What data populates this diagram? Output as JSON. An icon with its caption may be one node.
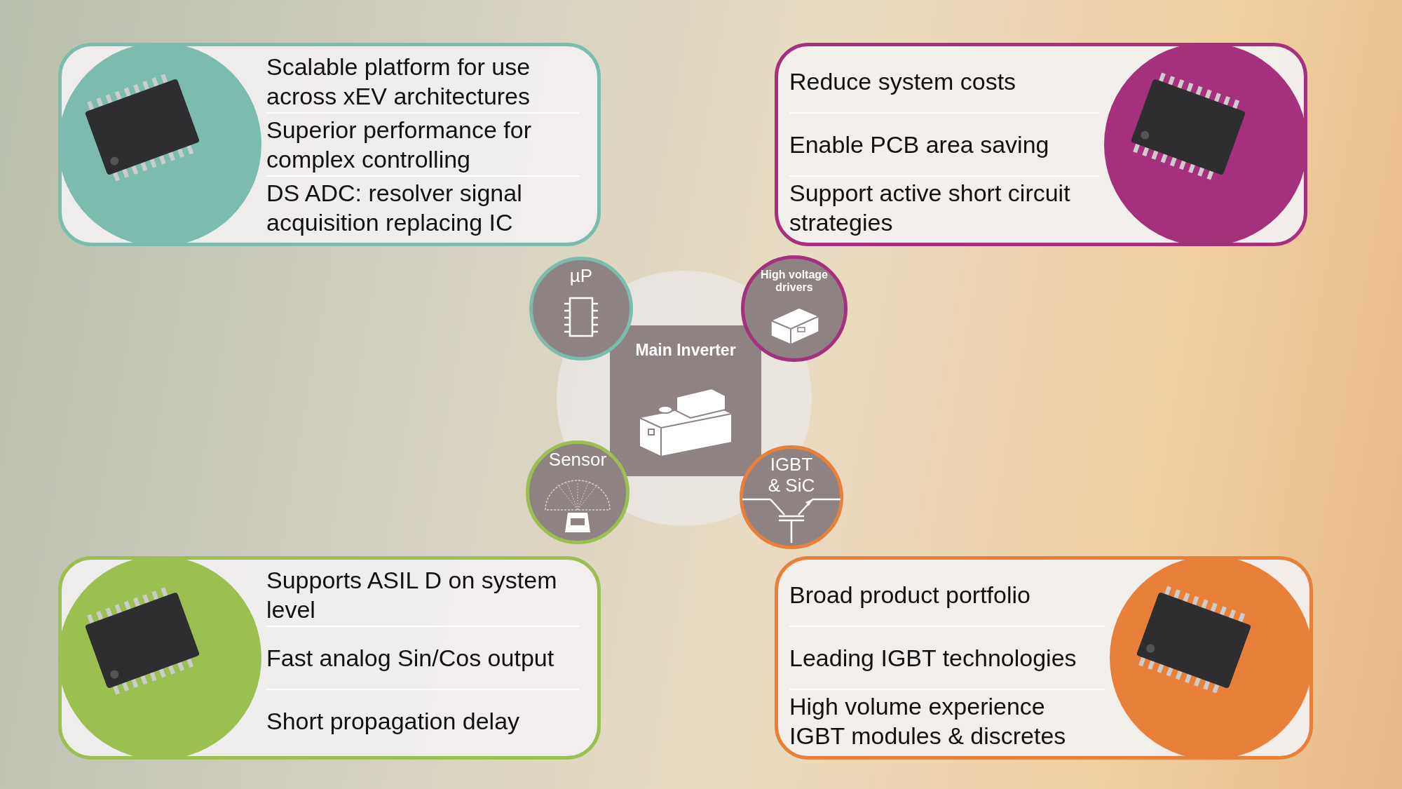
{
  "diagram": {
    "nodes": [
      {
        "text": [
          "Scalable platform for use across xEV architectures",
          "Superior performance for complex controlling",
          "DS ADC: resolver signal acquisition replacing IC"
        ]
      },
      {
        "text": [
          "Reduce system costs",
          "Enable PCB area saving",
          "Support active short circuit strategies"
        ]
      },
      {
        "text": [
          "Supports ASIL D on system level",
          "Fast analog Sin/Cos output",
          "Short propagation delay"
        ]
      },
      {
        "text": [
          "Broad product portfolio",
          "Leading IGBT technologies",
          "High volume experience IGBT modules & discretes"
        ]
      },
      {
        "text": [
          "Main Inverter"
        ]
      },
      {
        "text": [
          "µP"
        ]
      },
      {
        "text": [
          "High voltage drivers"
        ]
      },
      {
        "text": [
          "Sensor"
        ]
      },
      {
        "text": [
          "IGBT & SiC"
        ]
      }
    ]
  }
}
